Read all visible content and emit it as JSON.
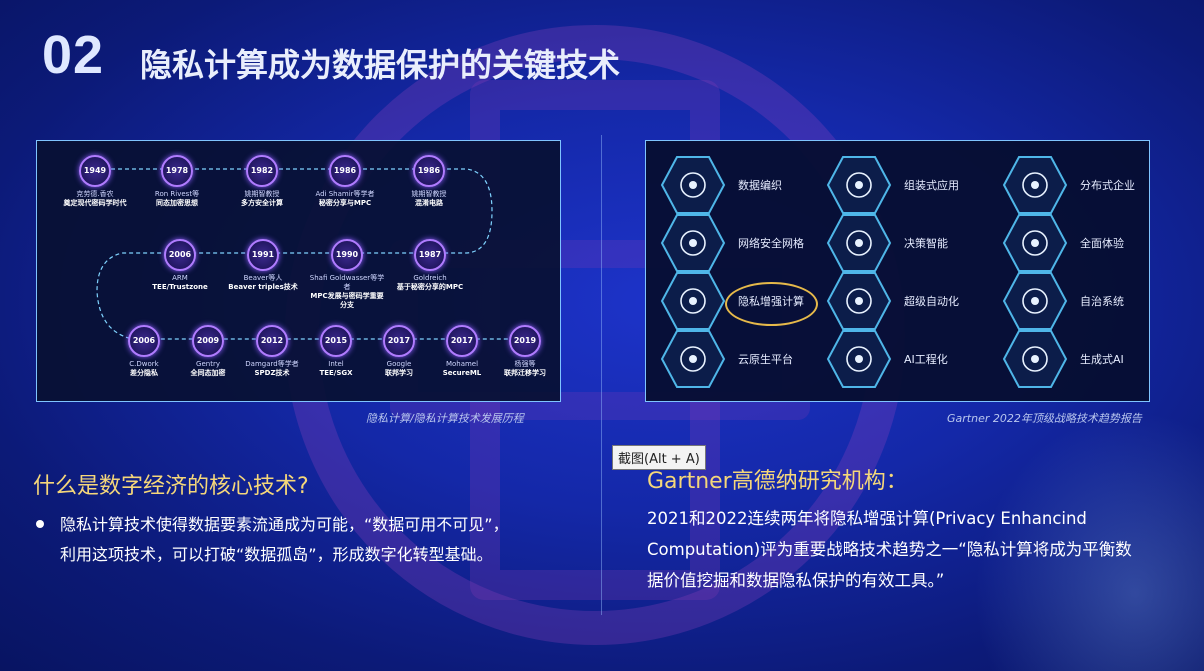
{
  "header": {
    "number": "02",
    "title": "隐私计算成为数据保护的关键技术"
  },
  "timeline": {
    "caption": "隐私计算/隐私计算技术发展历程",
    "row1": [
      {
        "year": "1949",
        "who": "克劳德.香农",
        "what": "奠定现代密码学时代"
      },
      {
        "year": "1978",
        "who": "Ron Rivest等",
        "what": "同态加密思想"
      },
      {
        "year": "1982",
        "who": "姚期智教授",
        "what": "多方安全计算"
      },
      {
        "year": "1986",
        "who": "Adi Shamir等学者",
        "what": "秘密分享与MPC"
      },
      {
        "year": "1986",
        "who": "姚期智教授",
        "what": "混淆电路"
      }
    ],
    "row2": [
      {
        "year": "2006",
        "who": "ARM",
        "what": "TEE/Trustzone"
      },
      {
        "year": "1991",
        "who": "Beaver等人",
        "what": "Beaver triples技术"
      },
      {
        "year": "1990",
        "who": "Shafi Goldwasser等学者",
        "what": "MPC发展与密码学重要分支"
      },
      {
        "year": "1987",
        "who": "Goldreich",
        "what": "基于秘密分享的MPC"
      }
    ],
    "row3": [
      {
        "year": "2006",
        "who": "C.Dwork",
        "what": "差分隐私"
      },
      {
        "year": "2009",
        "who": "Gentry",
        "what": "全同态加密"
      },
      {
        "year": "2012",
        "who": "Damgard等学者",
        "what": "SPDZ技术"
      },
      {
        "year": "2015",
        "who": "Intel",
        "what": "TEE/SGX"
      },
      {
        "year": "2017",
        "who": "Google",
        "what": "联邦学习"
      },
      {
        "year": "2017",
        "who": "Mohamel",
        "what": "SecureML"
      },
      {
        "year": "2019",
        "who": "杨强等",
        "what": "联邦迁移学习"
      }
    ]
  },
  "trends": {
    "caption": "Gartner 2022年顶级战略技术趋势报告",
    "col1": [
      {
        "label": "数据编织",
        "icon": "data-fabric-icon"
      },
      {
        "label": "网络安全网格",
        "icon": "security-mesh-icon"
      },
      {
        "label": "隐私增强计算",
        "icon": "privacy-compute-icon"
      },
      {
        "label": "云原生平台",
        "icon": "cloud-native-icon"
      }
    ],
    "col2": [
      {
        "label": "组装式应用",
        "icon": "composable-app-icon"
      },
      {
        "label": "决策智能",
        "icon": "decision-intelligence-icon"
      },
      {
        "label": "超级自动化",
        "icon": "hyperautomation-icon"
      },
      {
        "label": "AI工程化",
        "icon": "ai-engineering-icon"
      }
    ],
    "col3": [
      {
        "label": "分布式企业",
        "icon": "distributed-enterprise-icon"
      },
      {
        "label": "全面体验",
        "icon": "total-experience-icon"
      },
      {
        "label": "自治系统",
        "icon": "autonomic-systems-icon"
      },
      {
        "label": "生成式AI",
        "icon": "generative-ai-icon"
      }
    ]
  },
  "tooltip": "截图(Alt + A)",
  "left_section": {
    "question": "什么是数字经济的核心技术?",
    "line1": "隐私计算技术使得数据要素流通成为可能，“数据可用不可见”，",
    "line2": "利用这项技术，可以打破“数据孤岛”，形成数字化转型基础。"
  },
  "right_section": {
    "question": "Gartner高德纳研究机构：",
    "line1": "2021和2022连续两年将隐私增强计算(Privacy Enhancind",
    "line2": "Computation)评为重要战略技术趋势之一“隐私计算将成为平衡数",
    "line3": "据价值挖掘和数据隐私保护的有效工具。”"
  }
}
